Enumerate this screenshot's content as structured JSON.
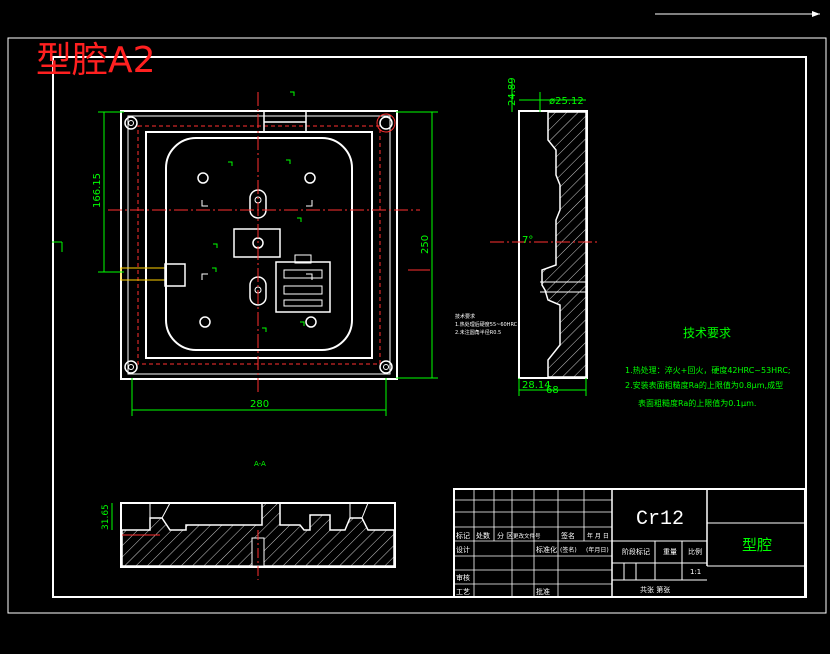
{
  "sheet": {
    "label": "型腔A2",
    "label_color": "#ff2020",
    "line_color": "#ffffff",
    "dim_color": "#00ff00",
    "center_color": "#ff3030"
  },
  "plan_view": {
    "dim_vertical_left": "166.15",
    "dim_vertical_right": "250",
    "dim_horizontal": "280"
  },
  "section_view": {
    "dim_top_height": "24.89",
    "dim_top_width": "ø25.12",
    "dim_angle": "7°",
    "dim_bottom_left": "28.14",
    "dim_bottom_right": "68"
  },
  "front_view": {
    "dim_height": "31.65",
    "section_label": "A-A"
  },
  "small_note": {
    "title": "技术要求",
    "line1": "1.热处理后硬度55~60HRC",
    "line2": "2.未注圆角半径R0.5"
  },
  "tech_requirements": {
    "title": "技术要求",
    "line1": "1.热处理：淬火+回火，硬度42HRC~53HRC;",
    "line2": "2.安装表面粗糙度Ra的上限值为0.8μm,成型",
    "line3": "表面粗糙度Ra的上限值为0.1μm."
  },
  "title_block": {
    "material": "Cr12",
    "part_name": "型腔",
    "h_mark": "标记",
    "h_count": "处数",
    "h_zone": "分 区",
    "h_doc": "更改文件号",
    "h_sign": "签名",
    "h_date": "年 月 日",
    "r_design": "设计",
    "r_std": "标准化",
    "r_sign2": "(签名)",
    "r_date2": "(年月日)",
    "r_check": "审核",
    "r_process": "工艺",
    "r_approve": "批准",
    "stage_mark": "阶段标记",
    "weight": "重量",
    "scale": "比例",
    "scale_value": "1:1",
    "sheets": "共张  第张"
  }
}
